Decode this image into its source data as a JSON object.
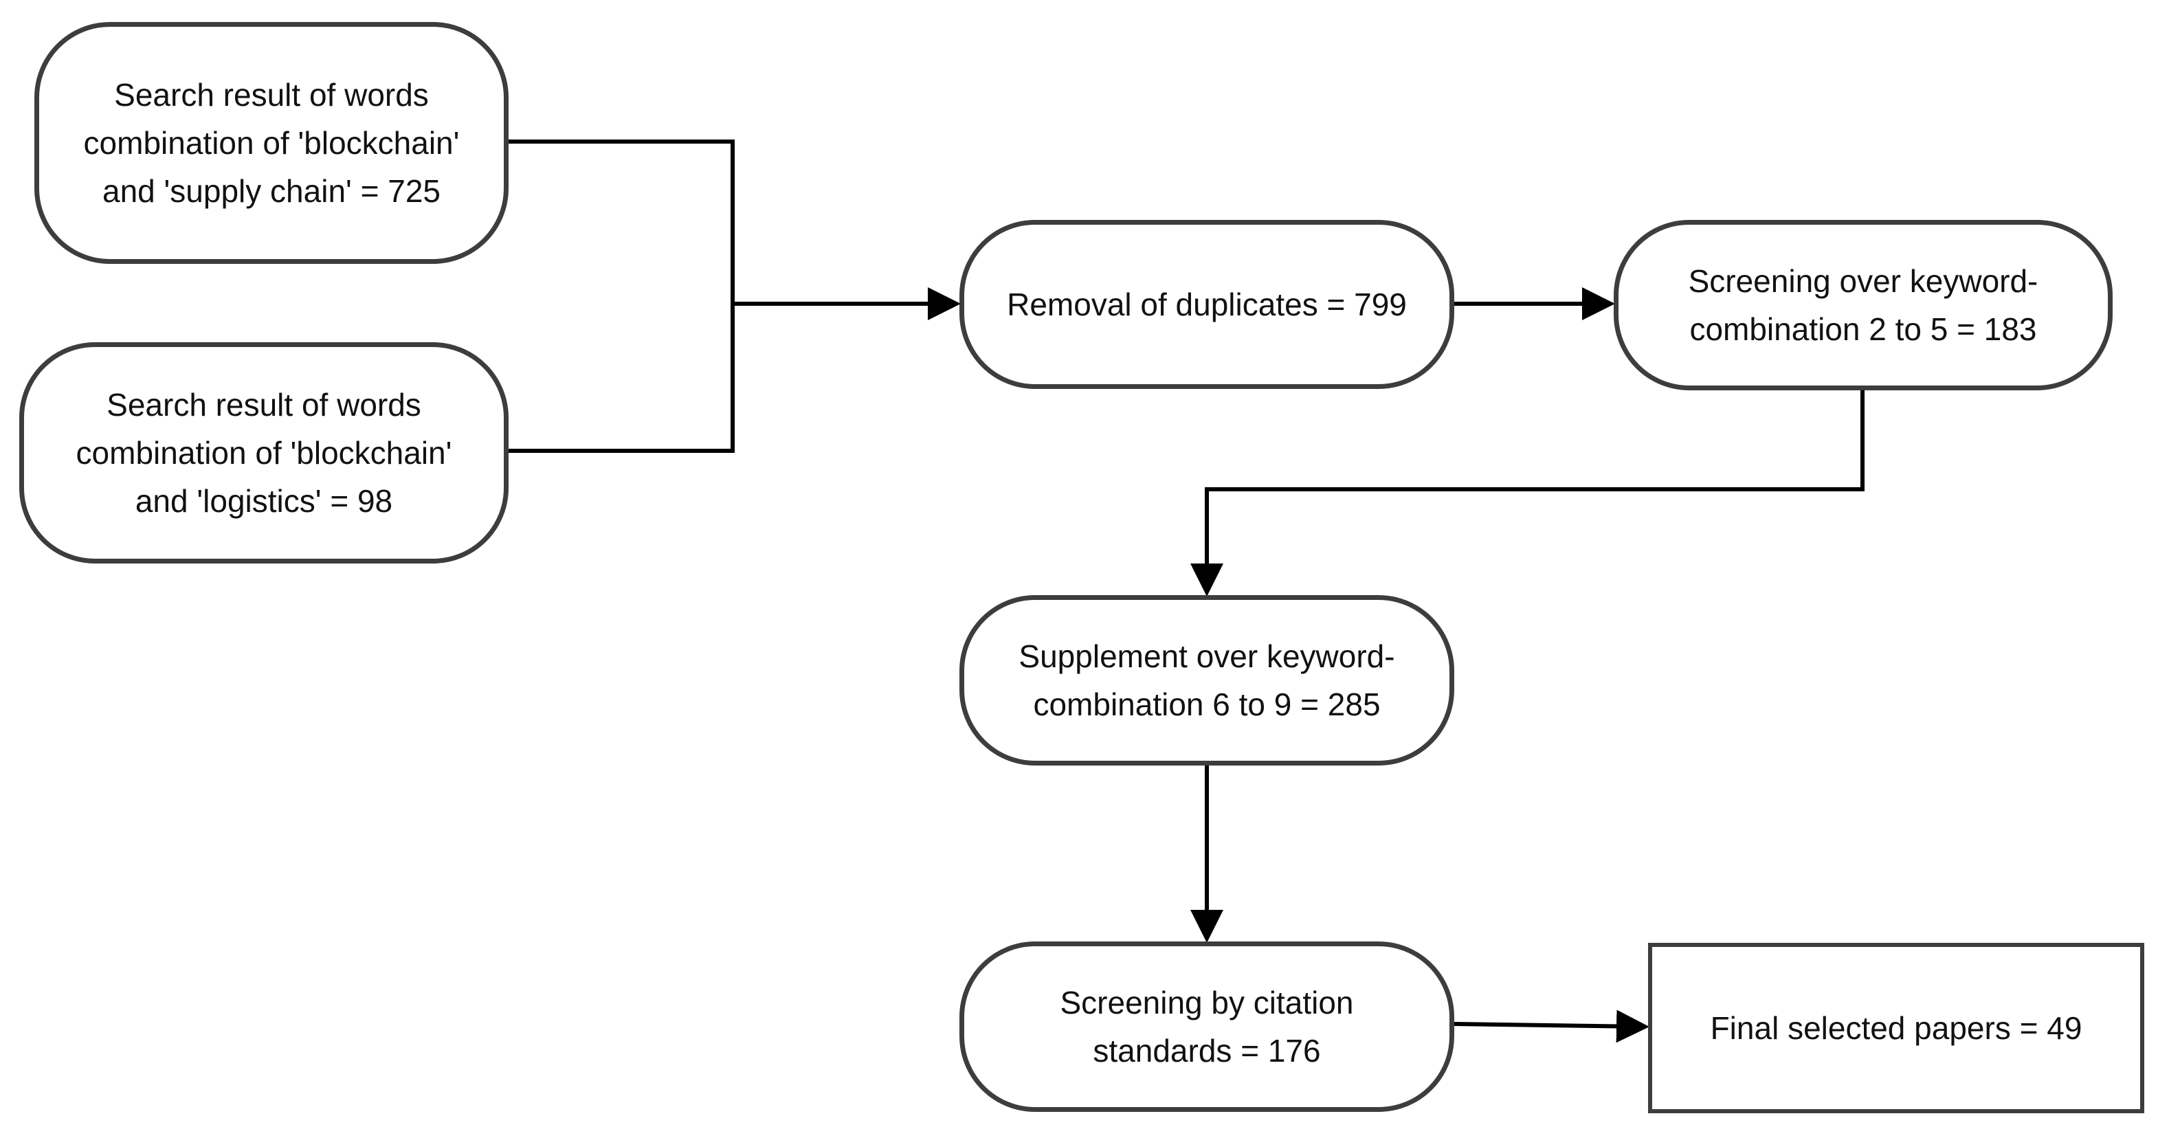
{
  "colors": {
    "border": "#3d3d3d",
    "connector": "#000000",
    "text": "#111111",
    "background": "#ffffff"
  },
  "nodes": {
    "search_supply_chain": "Search result of words\ncombination of 'blockchain'\nand 'supply chain' = 725",
    "search_logistics": "Search result of words\ncombination of 'blockchain'\nand 'logistics' = 98",
    "removal_duplicates": "Removal of duplicates = 799",
    "screening_keyword": "Screening over keyword-\ncombination 2 to 5 = 183",
    "supplement_keyword": "Supplement over keyword-\ncombination 6 to 9 = 285",
    "screening_citation": "Screening by citation\nstandards = 176",
    "final_selected": "Final selected papers = 49"
  },
  "edges": [
    {
      "from": "search_supply_chain",
      "to": "removal_duplicates"
    },
    {
      "from": "search_logistics",
      "to": "removal_duplicates"
    },
    {
      "from": "removal_duplicates",
      "to": "screening_keyword"
    },
    {
      "from": "screening_keyword",
      "to": "supplement_keyword"
    },
    {
      "from": "supplement_keyword",
      "to": "screening_citation"
    },
    {
      "from": "screening_citation",
      "to": "final_selected"
    }
  ]
}
